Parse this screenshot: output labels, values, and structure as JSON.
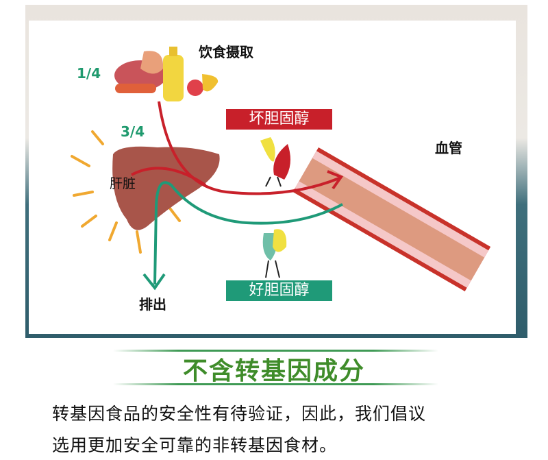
{
  "diagram": {
    "intake_label": "饮食摄取",
    "intake_fraction": "1/4",
    "liver_fraction": "3/4",
    "liver_label": "肝脏",
    "vessel_label": "血管",
    "ldl_label": "坏胆固醇",
    "hdl_label": "好胆固醇",
    "excrete_label": "排出",
    "colors": {
      "ldl": "#c8202a",
      "hdl": "#1f9a78",
      "liver": "#a8554a",
      "rays": "#f0a830"
    }
  },
  "section": {
    "title": "不含转基因成分",
    "lines": [
      "转基因食品的安全性有待验证，因此，我们倡议",
      "选用更加安全可靠的非转基因食材。"
    ]
  }
}
